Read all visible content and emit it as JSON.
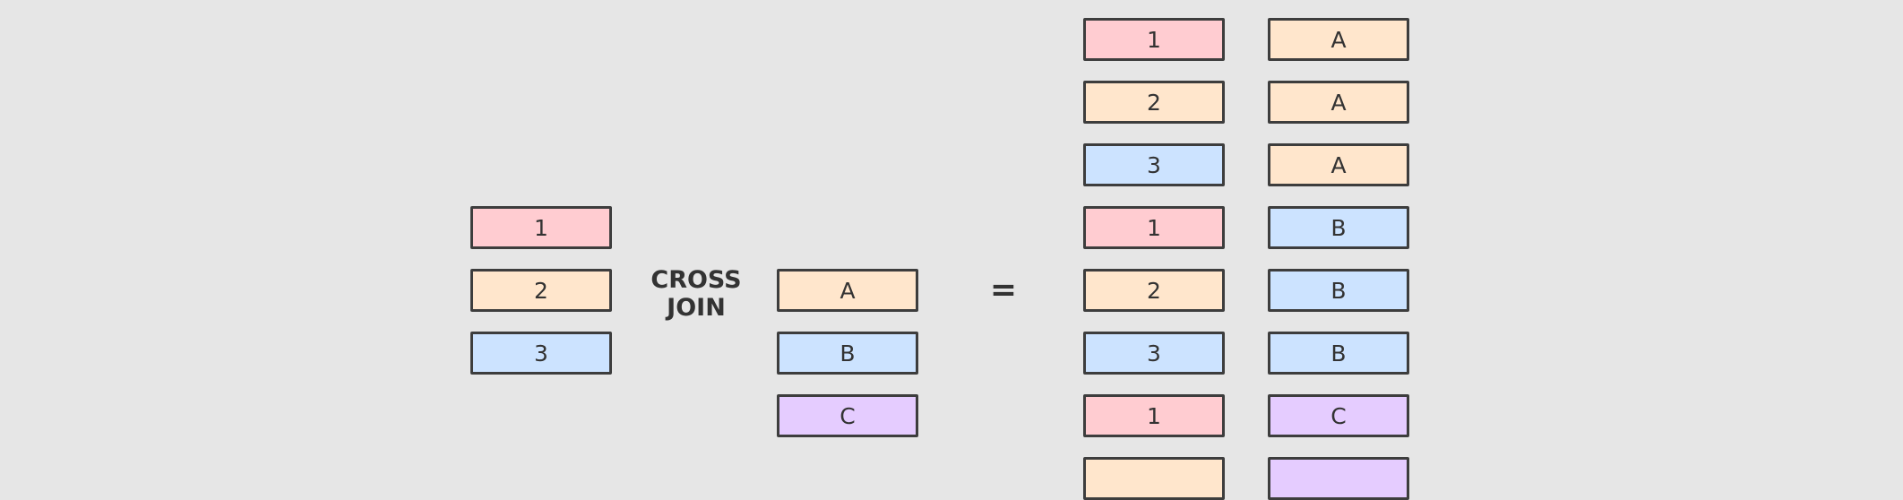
{
  "colors": {
    "background": "#e6e6e6",
    "border": "#3d3d3d",
    "text": "#333333",
    "red": "#ffccd1",
    "orange": "#ffe6cc",
    "blue": "#cce3ff",
    "purple": "#e5ccff"
  },
  "left_table": [
    {
      "value": "1",
      "color": "red"
    },
    {
      "value": "2",
      "color": "orange"
    },
    {
      "value": "3",
      "color": "blue"
    }
  ],
  "operator": {
    "line1": "CROSS",
    "line2": "JOIN",
    "equals": "="
  },
  "right_table": [
    {
      "value": "A",
      "color": "orange"
    },
    {
      "value": "B",
      "color": "blue"
    },
    {
      "value": "C",
      "color": "purple"
    }
  ],
  "result": [
    {
      "num": "1",
      "num_color": "red",
      "letter": "A",
      "letter_color": "orange"
    },
    {
      "num": "2",
      "num_color": "orange",
      "letter": "A",
      "letter_color": "orange"
    },
    {
      "num": "3",
      "num_color": "blue",
      "letter": "A",
      "letter_color": "orange"
    },
    {
      "num": "1",
      "num_color": "red",
      "letter": "B",
      "letter_color": "blue"
    },
    {
      "num": "2",
      "num_color": "orange",
      "letter": "B",
      "letter_color": "blue"
    },
    {
      "num": "3",
      "num_color": "blue",
      "letter": "B",
      "letter_color": "blue"
    },
    {
      "num": "1",
      "num_color": "red",
      "letter": "C",
      "letter_color": "purple"
    },
    {
      "num": "",
      "num_color": "orange",
      "letter": "",
      "letter_color": "purple"
    }
  ]
}
